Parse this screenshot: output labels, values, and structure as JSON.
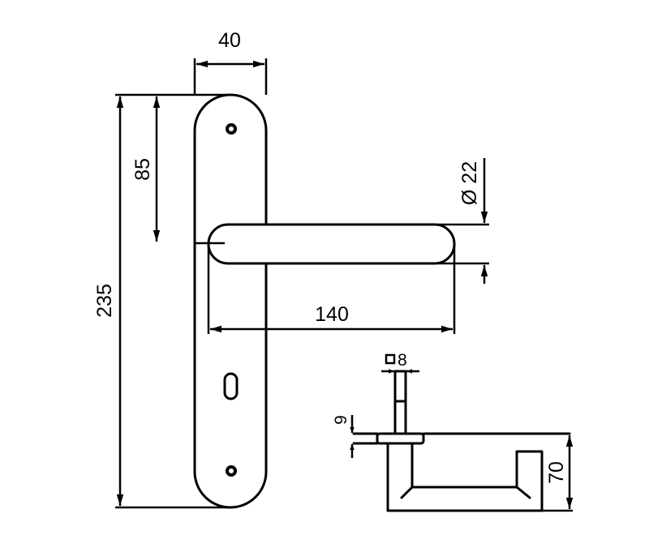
{
  "drawing": {
    "dimensions": {
      "plate_width": "40",
      "plate_height": "235",
      "handle_height_from_top": "85",
      "handle_diameter": "Ø 22",
      "handle_length": "140",
      "spindle_square": "8",
      "rose_thickness": "9",
      "handle_projection": "70"
    },
    "spindle_square_symbol": "□"
  }
}
